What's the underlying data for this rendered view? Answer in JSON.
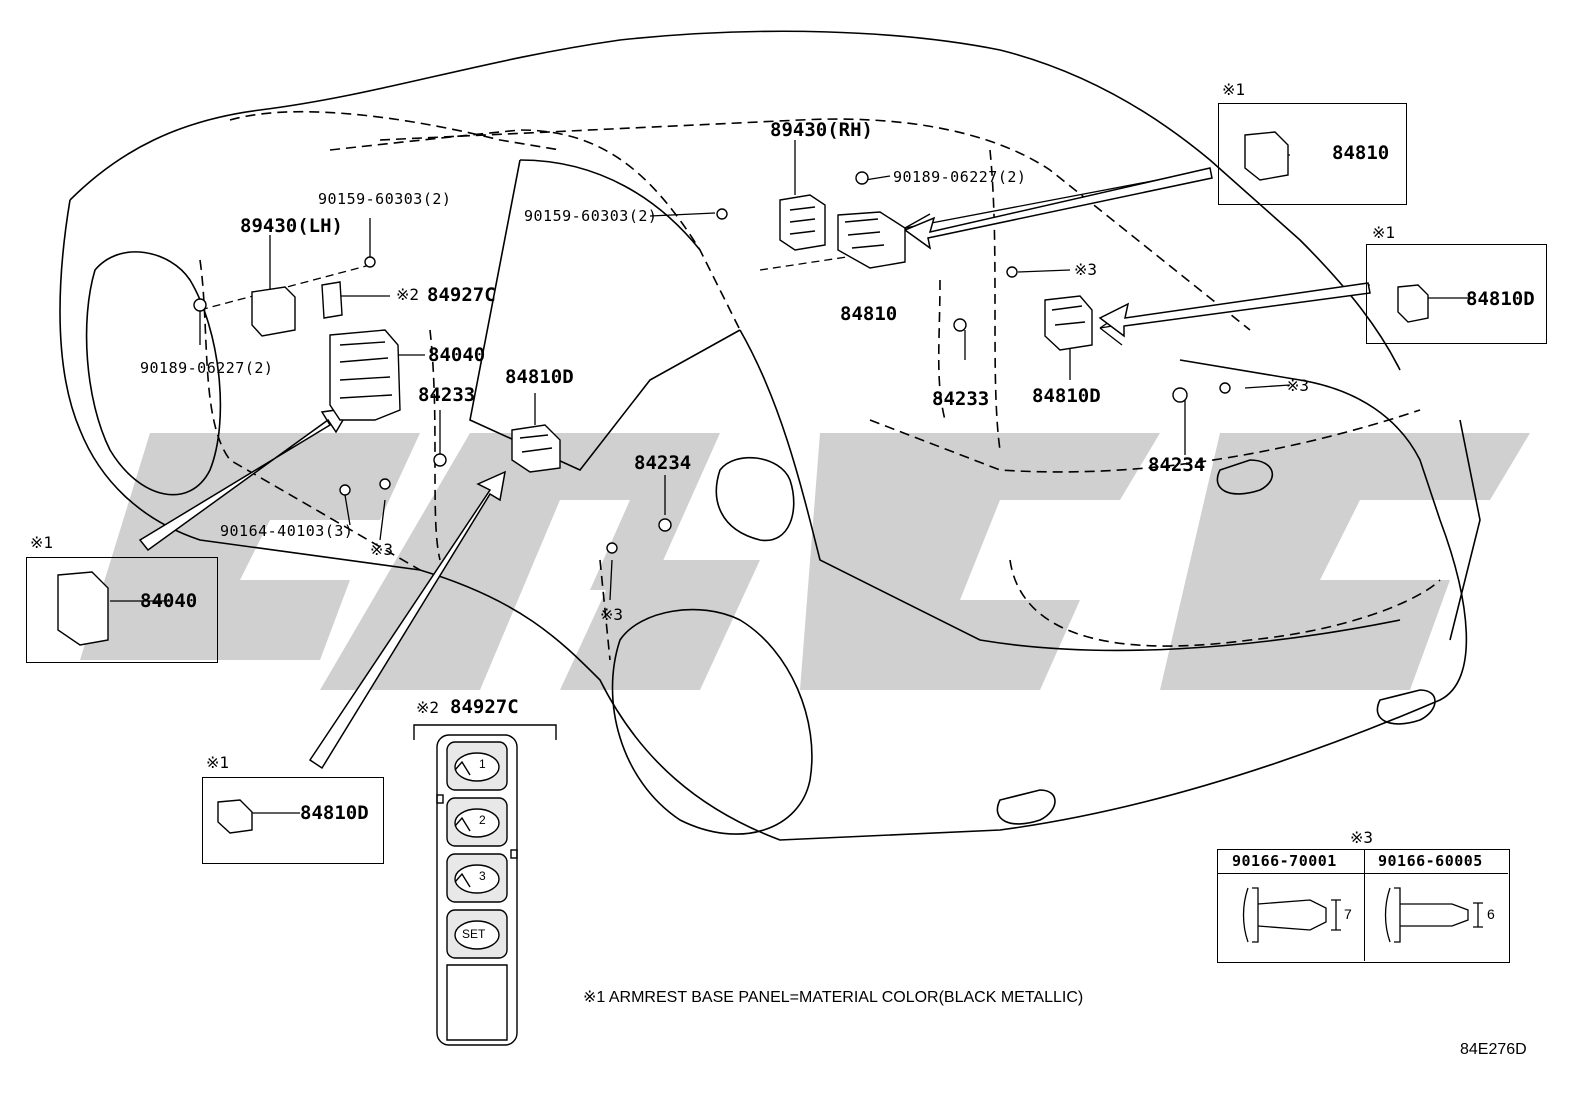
{
  "parts": {
    "p89430_rh": "89430(RH)",
    "p89430_lh": "89430(LH)",
    "p90189_06227_right": "90189-06227(2)",
    "p90189_06227_left": "90189-06227(2)",
    "p90159_60303_center": "90159-60303(2)",
    "p90159_60303_left": "90159-60303(2)",
    "p84927c": "84927C",
    "p84040": "84040",
    "p84233_left": "84233",
    "p84810d_center": "84810D",
    "p84234_center": "84234",
    "p90164_40103": "90164-40103(3)",
    "p84810_main": "84810",
    "p84233_right": "84233",
    "p84810d_right": "84810D",
    "p84234_right": "84234"
  },
  "marks": {
    "ref1": "※1",
    "ref2": "※2",
    "ref3": "※3"
  },
  "inset_boxes": {
    "top_right": {
      "mark": "※1",
      "part": "84810"
    },
    "right": {
      "mark": "※1",
      "part": "84810D"
    },
    "left": {
      "mark": "※1",
      "part": "84040"
    },
    "bottom_left": {
      "mark": "※1",
      "part": "84810D"
    }
  },
  "switch_detail": {
    "mark": "※2",
    "part": "84927C",
    "buttons": [
      "1",
      "2",
      "3",
      "SET"
    ]
  },
  "fastener_table": {
    "mark": "※3",
    "columns": [
      "90166-70001",
      "90166-60005"
    ],
    "dimensions": [
      "7",
      "6"
    ]
  },
  "footnote": "※1  ARMREST BASE PANEL=MATERIAL COLOR(BLACK METALLIC)",
  "diagram_code": "84E276D"
}
